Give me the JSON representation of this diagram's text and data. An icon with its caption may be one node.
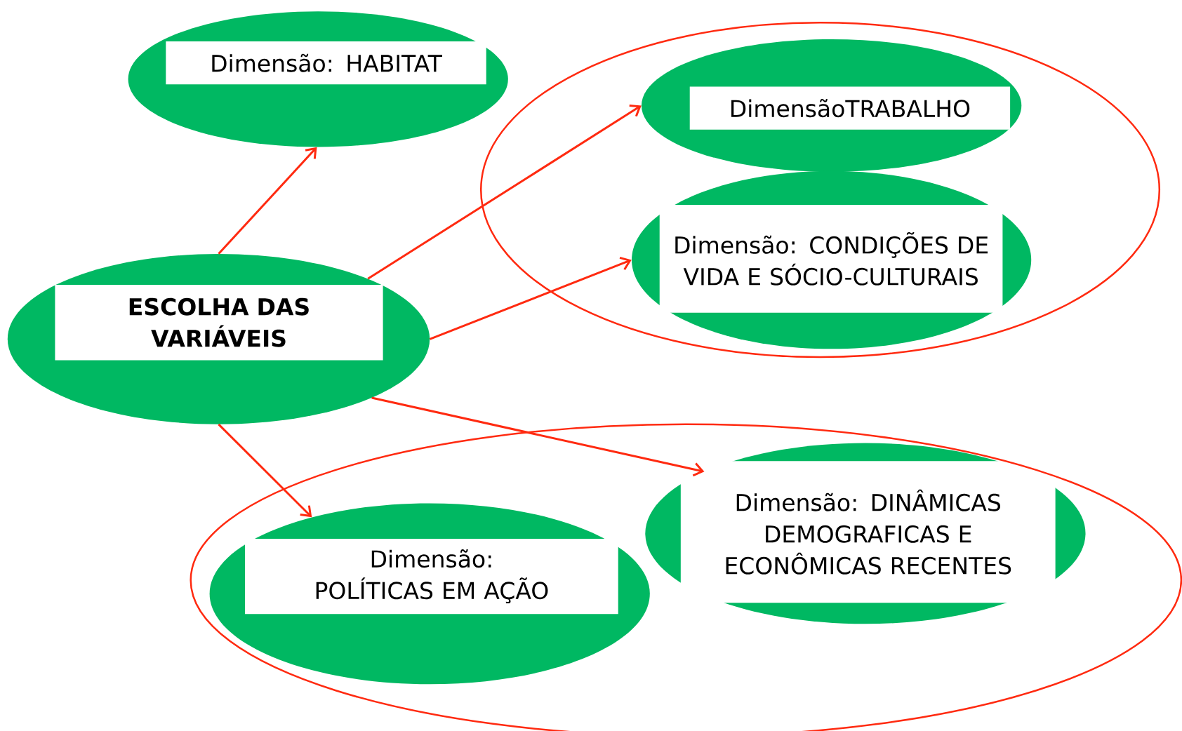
{
  "diagram": {
    "nodes": [
      {
        "text": [
          "Dimensão: HABITAT"
        ]
      },
      {
        "text": [
          "DimensãoTRABALHO"
        ]
      },
      {
        "text": [
          "Dimensão: CONDIÇÕES DE VIDA E SÓCIO-CULTURAIS"
        ]
      },
      {
        "text": [
          "ESCOLHA DAS VARIÁVEIS"
        ]
      },
      {
        "text": [
          "Dimensão: POLÍTICAS EM AÇÃO"
        ]
      },
      {
        "text": [
          "Dimensão: DINÂMICAS DEMOGRAFICAS E ECONÔMICAS RECENTES"
        ]
      }
    ],
    "edges": [
      {
        "from": 3,
        "to": 0,
        "arrow": "to"
      },
      {
        "from": 3,
        "to": 1,
        "arrow": "to"
      },
      {
        "from": 3,
        "to": 2,
        "arrow": "to"
      },
      {
        "from": 3,
        "to": 5,
        "arrow": "to"
      },
      {
        "from": 3,
        "to": 4,
        "arrow": "to"
      }
    ]
  }
}
